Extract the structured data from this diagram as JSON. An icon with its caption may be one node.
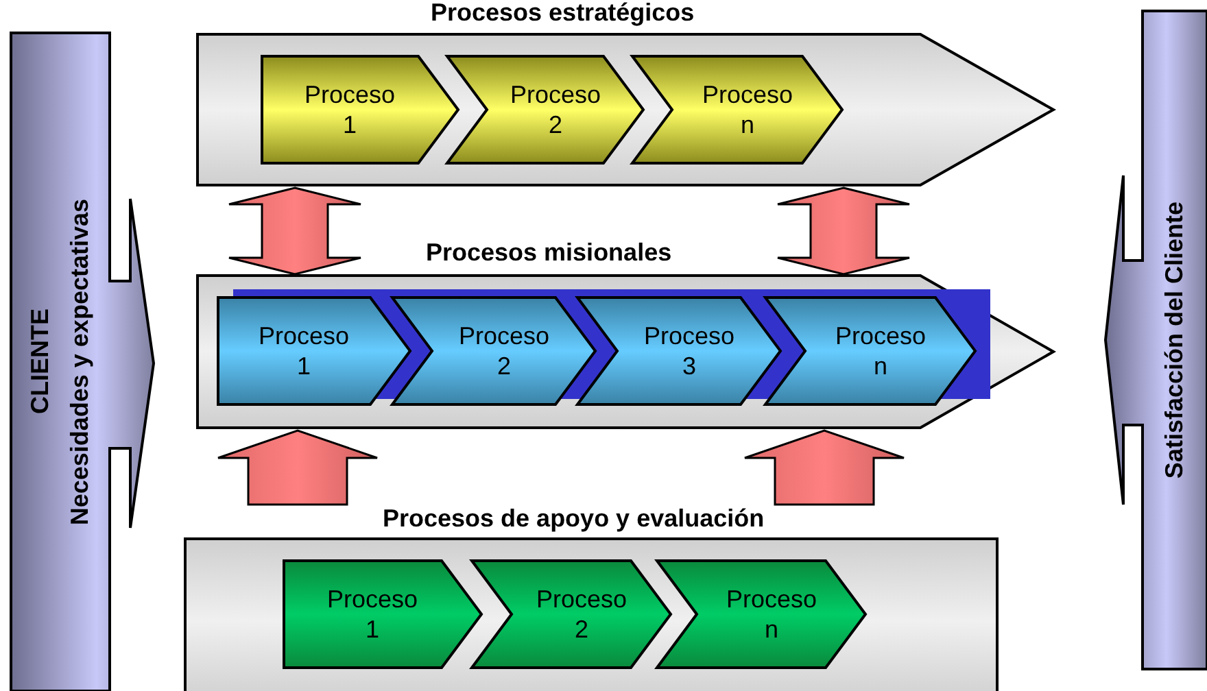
{
  "diagram": {
    "nodes": [
      {
        "text": [
          "CLIENTE",
          "Necesidades y expectativas"
        ]
      },
      {
        "text": [
          "Procesos estratégicos"
        ]
      },
      {
        "text": [
          "Proceso 1"
        ],
        "in": 1
      },
      {
        "text": [
          "Proceso 2"
        ],
        "in": 1
      },
      {
        "text": [
          "Proceso n"
        ],
        "in": 1
      },
      {
        "text": [
          "Procesos misionales"
        ]
      },
      {
        "text": [
          "Proceso 1"
        ],
        "in": 5
      },
      {
        "text": [
          "Proceso 2"
        ],
        "in": 5
      },
      {
        "text": [
          "Proceso 3"
        ],
        "in": 5
      },
      {
        "text": [
          "Proceso n"
        ],
        "in": 5
      },
      {
        "text": [
          "Procesos de apoyo y evaluación"
        ]
      },
      {
        "text": [
          "Proceso 1"
        ],
        "in": 10
      },
      {
        "text": [
          "Proceso 2"
        ],
        "in": 10
      },
      {
        "text": [
          "Proceso n"
        ],
        "in": 10
      },
      {
        "text": [
          "Satisfacción del Cliente"
        ]
      }
    ],
    "edges": [
      {
        "from": 1,
        "to": 5,
        "arrow": "both"
      },
      {
        "from": 1,
        "to": 5,
        "arrow": "both"
      },
      {
        "from": 10,
        "to": 5,
        "arrow": "to"
      },
      {
        "from": 10,
        "to": 5,
        "arrow": "to"
      }
    ]
  }
}
